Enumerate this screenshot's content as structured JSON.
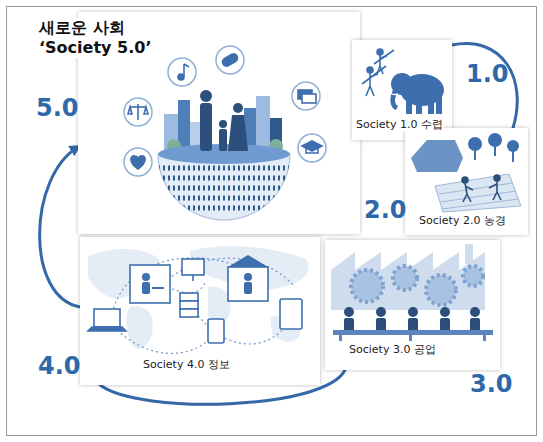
{
  "diagram": {
    "nodes": [
      {
        "text": [
          "새로운 사회 ‘Society 5.0’"
        ]
      },
      {
        "text": [
          "Society 1.0 수렵"
        ]
      },
      {
        "text": [
          "Society 2.0 농경"
        ]
      },
      {
        "text": [
          "Society 3.0 공업"
        ]
      },
      {
        "text": [
          "Society 4.0 정보"
        ]
      }
    ],
    "edges": [
      {
        "from": 1,
        "to": 2,
        "arrow": "none"
      },
      {
        "from": 3,
        "to": 4,
        "arrow": "none"
      },
      {
        "from": 4,
        "to": 0,
        "arrow": "to"
      }
    ],
    "labels": [
      "5.0",
      "1.0",
      "2.0",
      "3.0",
      "4.0"
    ]
  }
}
